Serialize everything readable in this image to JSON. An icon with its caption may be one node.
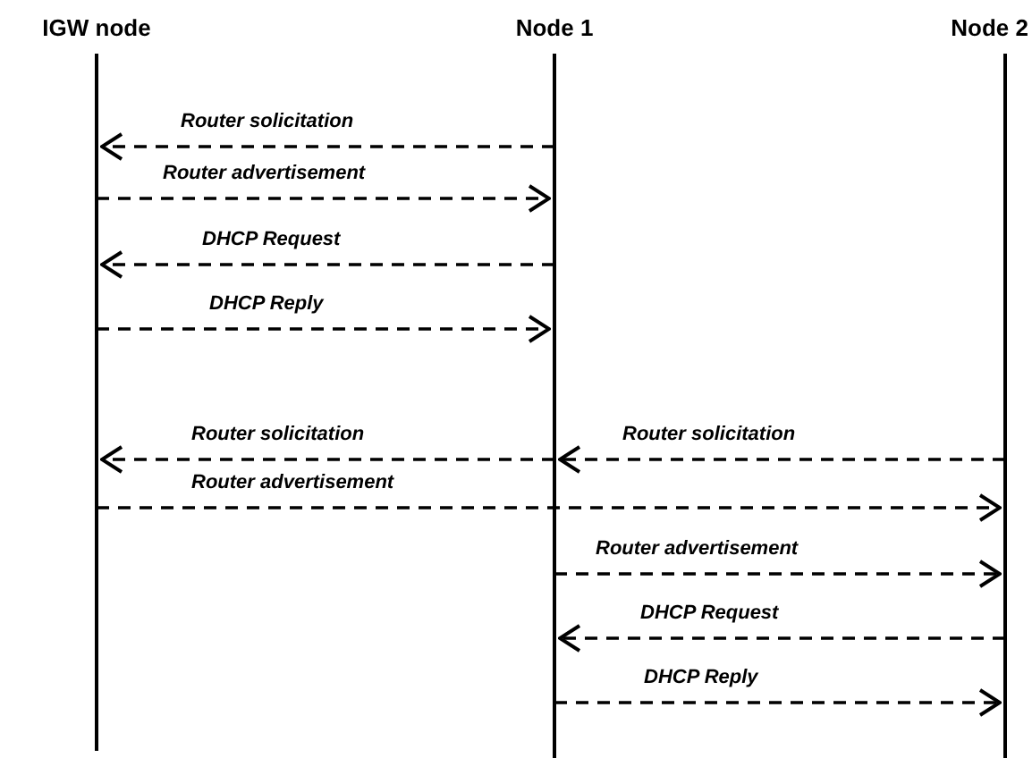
{
  "diagram": {
    "nodes": [
      {
        "text": [
          "IGW node"
        ]
      },
      {
        "text": [
          "Node 1"
        ]
      },
      {
        "text": [
          "Node 2"
        ]
      }
    ],
    "edges": [
      {
        "from": 1,
        "to": 0,
        "arrow": "to",
        "label": "Router solicitation"
      },
      {
        "from": 0,
        "to": 1,
        "arrow": "to",
        "label": "Router advertisement"
      },
      {
        "from": 1,
        "to": 0,
        "arrow": "to",
        "label": "DHCP Request"
      },
      {
        "from": 0,
        "to": 1,
        "arrow": "to",
        "label": "DHCP Reply"
      },
      {
        "from": 1,
        "to": 0,
        "arrow": "to",
        "label": "Router solicitation"
      },
      {
        "from": 2,
        "to": 1,
        "arrow": "to",
        "label": "Router solicitation"
      },
      {
        "from": 0,
        "to": 2,
        "arrow": "to",
        "label": "Router advertisement"
      },
      {
        "from": 1,
        "to": 2,
        "arrow": "to",
        "label": "Router advertisement"
      },
      {
        "from": 2,
        "to": 1,
        "arrow": "to",
        "label": "DHCP Request"
      },
      {
        "from": 1,
        "to": 2,
        "arrow": "to",
        "label": "DHCP Reply"
      }
    ]
  }
}
